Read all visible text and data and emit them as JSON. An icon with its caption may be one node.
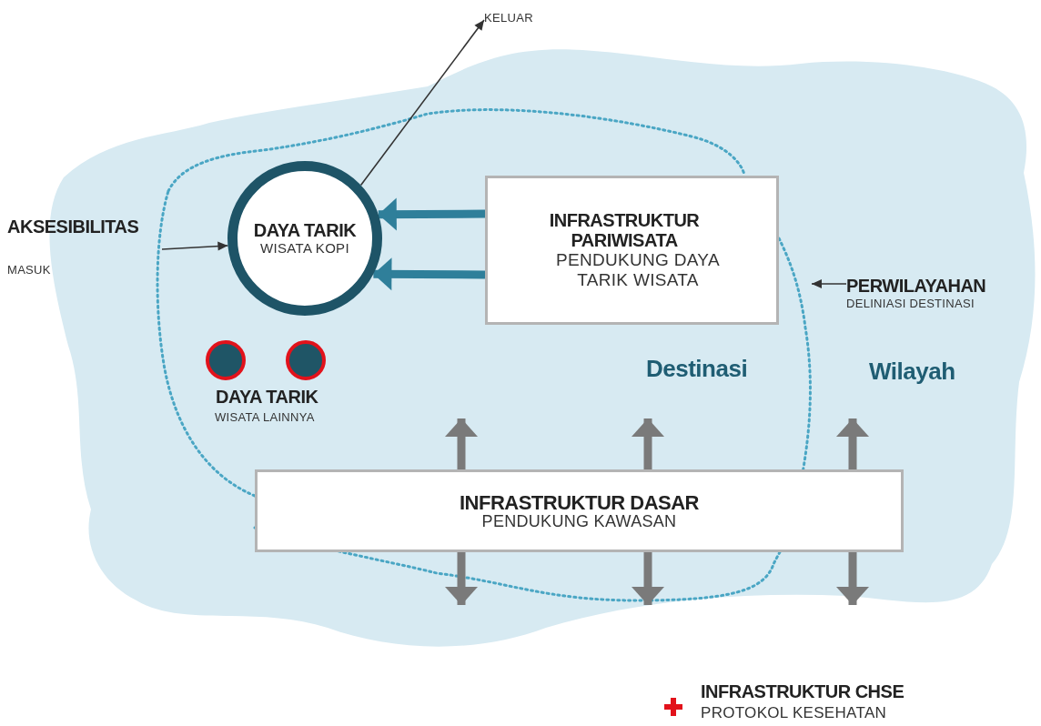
{
  "diagram": {
    "nodes": [
      {
        "text": [
          "DAYA TARIK",
          "WISATA KOPI"
        ]
      },
      {
        "text": [
          "INFRASTRUKTUR PARIWISATA",
          "PENDUKUNG DAYA TARIK WISATA"
        ]
      },
      {
        "text": [],
        "shape": "circle"
      },
      {
        "text": [],
        "shape": "circle"
      },
      {
        "text": [
          "INFRASTRUKTUR DASAR",
          "PENDUKUNG KAWASAN"
        ]
      },
      {
        "text": [
          "AKSESIBILITAS",
          "MASUK"
        ]
      },
      {
        "text": [
          "KELUAR"
        ]
      },
      {
        "text": [
          "PERWILAYAHAN",
          "DELINIASI DESTINASI"
        ]
      }
    ],
    "edges": [
      {
        "from": 5,
        "to": 0,
        "arrow": "to",
        "color": "#333333"
      },
      {
        "from": 0,
        "to": 6,
        "arrow": "to",
        "color": "#333333"
      },
      {
        "from": 1,
        "to": 0,
        "arrow": "to",
        "color": "#2f7f9a"
      },
      {
        "from": 1,
        "to": 0,
        "arrow": "to",
        "color": "#2f7f9a"
      },
      {
        "from": 4,
        "to": null,
        "arrow": "to"
      },
      {
        "from": 4,
        "to": null,
        "arrow": "to"
      },
      {
        "from": 4,
        "to": null,
        "arrow": "to"
      },
      {
        "from": 4,
        "to": null,
        "arrow": "to"
      },
      {
        "from": 4,
        "to": null,
        "arrow": "to"
      },
      {
        "from": 4,
        "to": null,
        "arrow": "to"
      },
      {
        "from": 7,
        "to": null,
        "arrow": "to",
        "color": "#333333"
      }
    ],
    "labels": [
      "DAYA TARIK",
      "WISATA LAINNYA",
      "Destinasi",
      "Wilayah",
      "INFRASTRUKTUR CHSE",
      "PROTOKOL KESEHATAN"
    ]
  }
}
